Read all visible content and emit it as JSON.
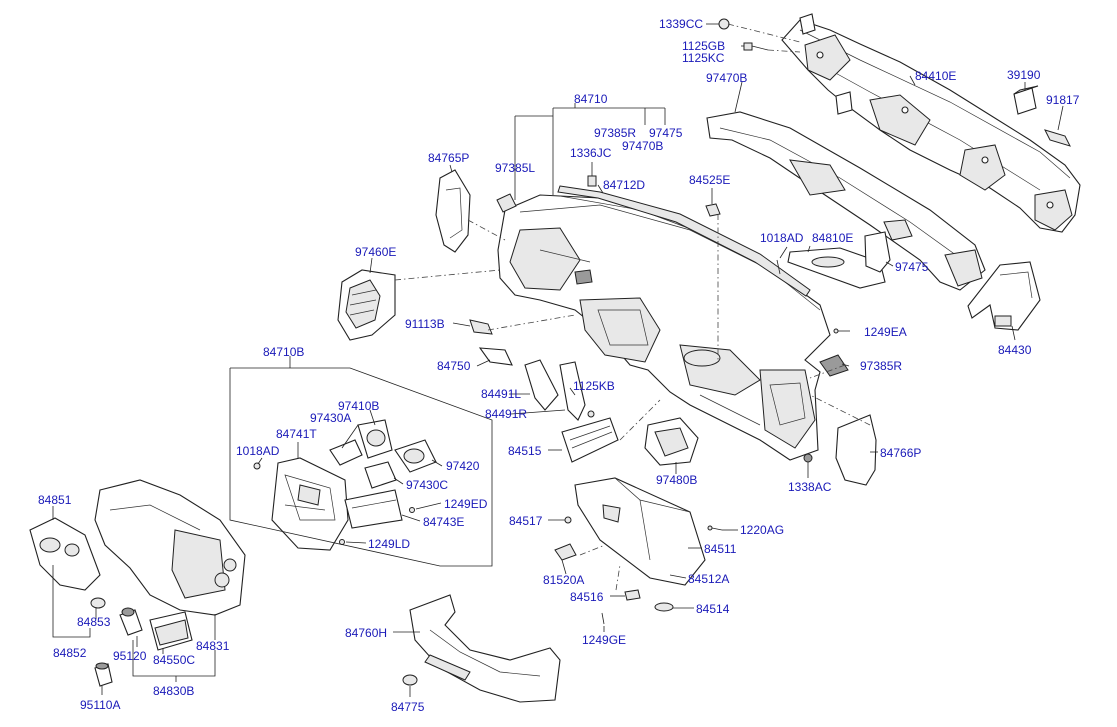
{
  "labels": {
    "l1339CC": "1339CC",
    "l1125GB": "1125GB",
    "l1125KC": "1125KC",
    "l84410E": "84410E",
    "l39190": "39190",
    "l91817": "91817",
    "l97470B_top": "97470B",
    "l84710": "84710",
    "l97385R_top": "97385R",
    "l97475_top": "97475",
    "l97470B_mid": "97470B",
    "l1336JC": "1336JC",
    "l84765P": "84765P",
    "l97385L": "97385L",
    "l84712D": "84712D",
    "l84525E": "84525E",
    "l1018AD_right": "1018AD",
    "l84810E": "84810E",
    "l97475_right": "97475",
    "l97460E": "97460E",
    "l84430": "84430",
    "l91113B": "91113B",
    "l1249EA": "1249EA",
    "l84710B": "84710B",
    "l84750": "84750",
    "l97385R_right": "97385R",
    "l84491L": "84491L",
    "l1125KB": "1125KB",
    "l97410B": "97410B",
    "l84491R": "84491R",
    "l97430A": "97430A",
    "l84741T": "84741T",
    "l1018AD_left": "1018AD",
    "l97420": "97420",
    "l84515": "84515",
    "l84766P": "84766P",
    "l97430C": "97430C",
    "l97480B": "97480B",
    "l1338AC": "1338AC",
    "l84851": "84851",
    "l1249ED": "1249ED",
    "l84743E": "84743E",
    "l84517": "84517",
    "l1220AG": "1220AG",
    "l1249LD": "1249LD",
    "l84511": "84511",
    "l81520A": "81520A",
    "l84512A": "84512A",
    "l84853": "84853",
    "l84516": "84516",
    "l84514": "84514",
    "l84831": "84831",
    "l84760H": "84760H",
    "l1249GE": "1249GE",
    "l84852": "84852",
    "l95120": "95120",
    "l84550C": "84550C",
    "l84830B": "84830B",
    "l95110A": "95110A",
    "l84775": "84775"
  }
}
